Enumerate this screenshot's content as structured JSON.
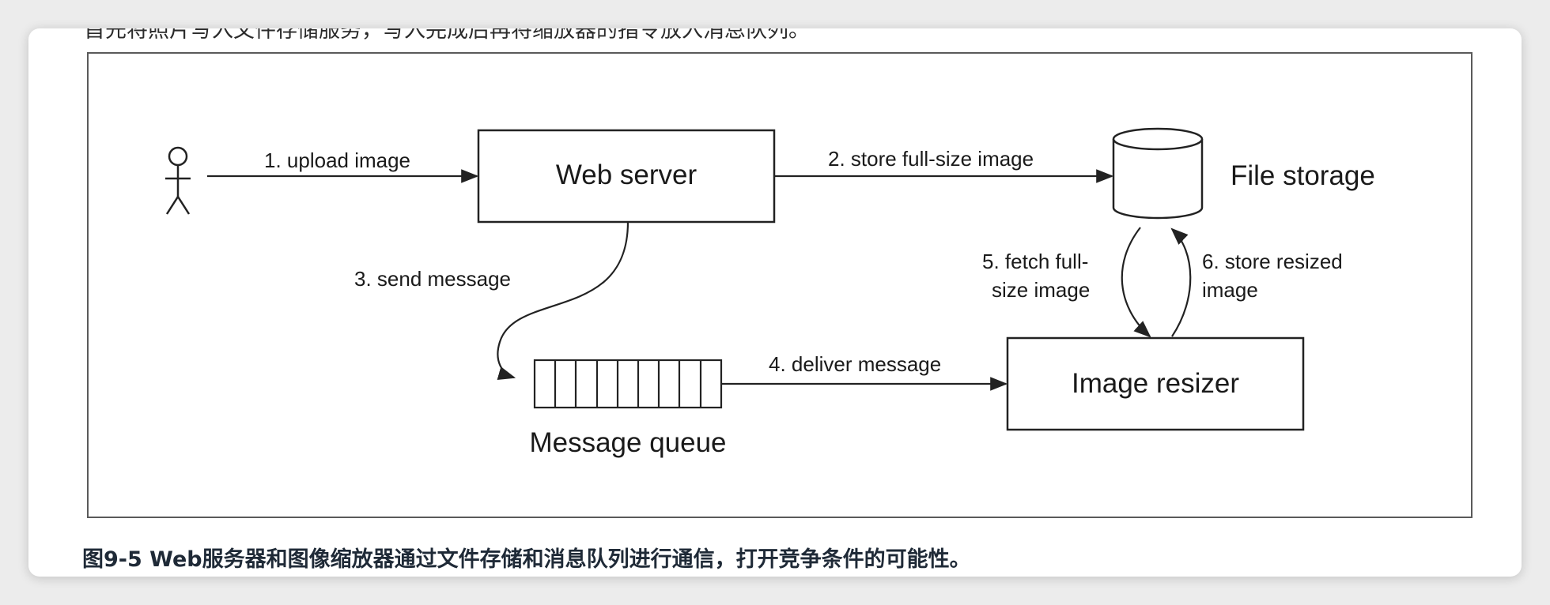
{
  "top_text": "首先将照片写入文件存储服务，写入完成后再将缩放器的指令放入消息队列。",
  "caption": "图9-5 Web服务器和图像缩放器通过文件存储和消息队列进行通信，打开竞争条件的可能性。",
  "diagram": {
    "nodes": {
      "web_server": "Web server",
      "file_storage": "File storage",
      "image_resizer": "Image resizer",
      "message_queue": "Message queue"
    },
    "edges": {
      "upload": "1. upload image",
      "store_full": "2. store full-size image",
      "send_message": "3. send message",
      "deliver_message": "4. deliver message",
      "fetch_line1": "5. fetch full-",
      "fetch_line2": "size image",
      "store_resized_line1": "6. store resized",
      "store_resized_line2": "image"
    }
  }
}
